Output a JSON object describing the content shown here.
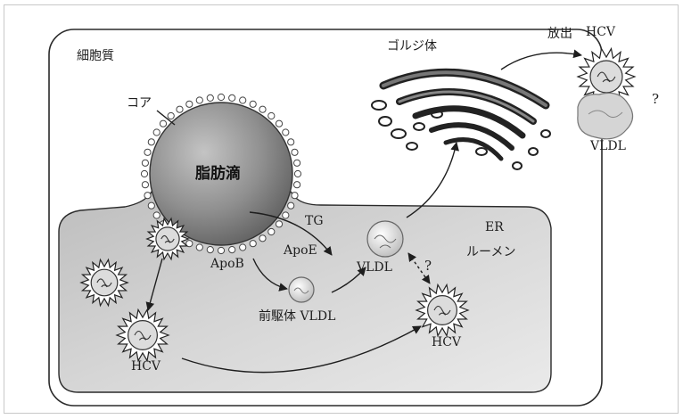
{
  "labels": {
    "cytoplasm": "細胞質",
    "core": "コア",
    "lipid_droplet": "脂肪滴",
    "golgi": "ゴルジ体",
    "release": "放出",
    "hcv_released": "HCV",
    "question_release": "?",
    "vldl_released": "VLDL",
    "tg": "TG",
    "apoe": "ApoE",
    "apob": "ApoB",
    "er": "ER",
    "lumen": "ルーメン",
    "vldl": "VLDL",
    "question_er": "?",
    "precursor_vldl": "前駆体 VLDL",
    "hcv_left": "HCV",
    "hcv_right": "HCV"
  },
  "colors": {
    "cell_border": "#2a2a2a",
    "er_fill": "#cfcfcf",
    "droplet_fill": "#8a8a8a",
    "line": "#1e1e1e"
  }
}
